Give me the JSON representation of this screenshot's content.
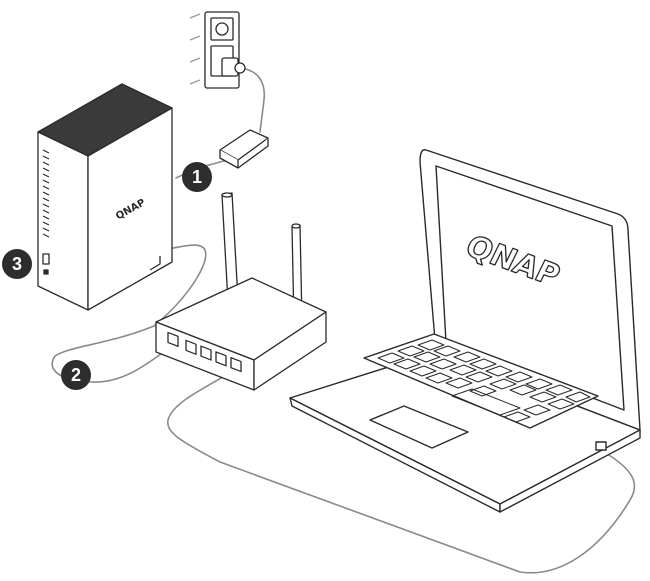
{
  "steps": [
    {
      "number": "1"
    },
    {
      "number": "2"
    },
    {
      "number": "3"
    }
  ],
  "brand": {
    "nas_logo": "QNAP",
    "laptop_logo": "QNAP"
  },
  "colors": {
    "line": "#2a2a2a",
    "cable": "#8a8a8a",
    "badge": "#2d2d2d",
    "nas_top": "#3a3a3a"
  }
}
